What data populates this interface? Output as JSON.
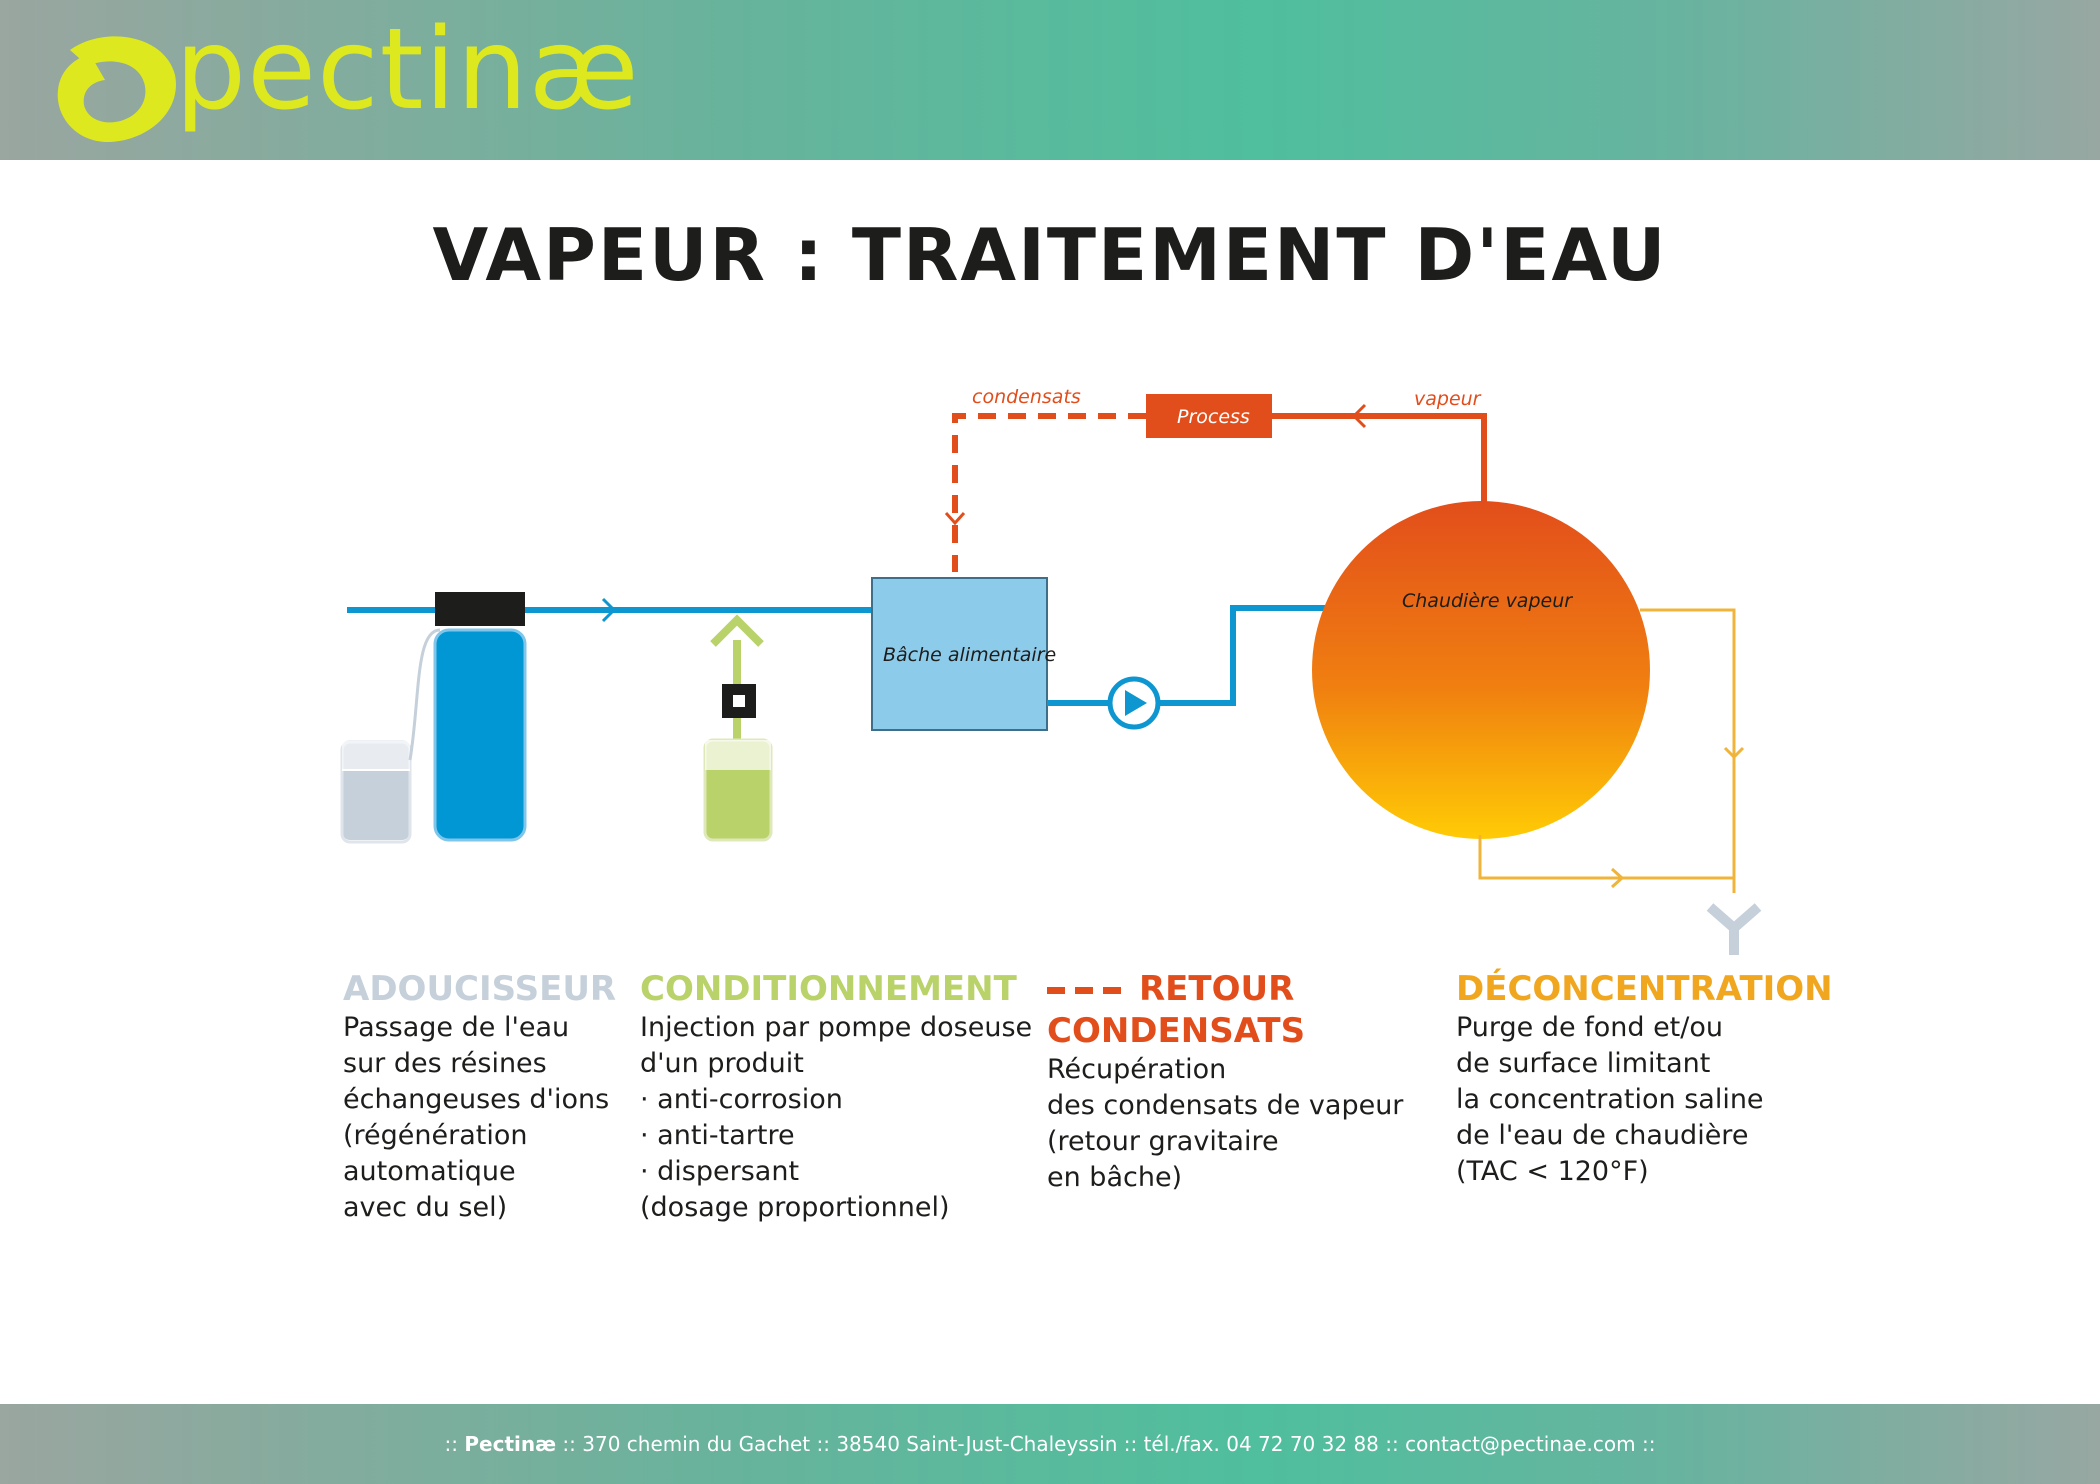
{
  "header": {
    "logo_text": "pectinæ",
    "logo_color": "#dde91e"
  },
  "title": "VAPEUR : TRAITEMENT D'EAU",
  "diagram": {
    "labels": {
      "condensats": "condensats",
      "process": "Process",
      "vapeur": "vapeur",
      "bache": "Bâche alimentaire",
      "chaudiere": "Chaudière vapeur"
    },
    "colors": {
      "water_line": "#0d96d0",
      "condensate": "#e24e1b",
      "conditioning": "#b9d26a",
      "purge": "#f0b43a",
      "tank": "#8dcbeb",
      "boiler_top": "#e24e1b",
      "boiler_bottom": "#ffcb05"
    }
  },
  "blocks": [
    {
      "heading": "ADOUCISSEUR",
      "lines": [
        "Passage de l'eau",
        "sur des résines",
        "échangeuses d'ions",
        "(régénération",
        "automatique",
        "avec du sel)"
      ]
    },
    {
      "heading": "CONDITIONNEMENT",
      "lines": [
        "Injection par pompe doseuse",
        "d'un produit",
        "· anti-corrosion",
        "· anti-tartre",
        "· dispersant",
        "(dosage proportionnel)"
      ]
    },
    {
      "heading_line1": "RETOUR",
      "heading_line2": "CONDENSATS",
      "lines": [
        "Récupération",
        "des condensats de vapeur",
        "(retour gravitaire",
        "en bâche)"
      ]
    },
    {
      "heading": "DÉCONCENTRATION",
      "lines": [
        "Purge de fond et/ou",
        "de surface limitant",
        "la concentration saline",
        "de l'eau de chaudière",
        "(TAC < 120°F)"
      ]
    }
  ],
  "footer": {
    "prefix": ":: ",
    "company": "Pectinæ",
    "rest": " :: 370 chemin du Gachet :: 38540 Saint-Just-Chaleyssin :: tél./fax. 04 72 70 32 88 :: contact@pectinae.com ::"
  }
}
